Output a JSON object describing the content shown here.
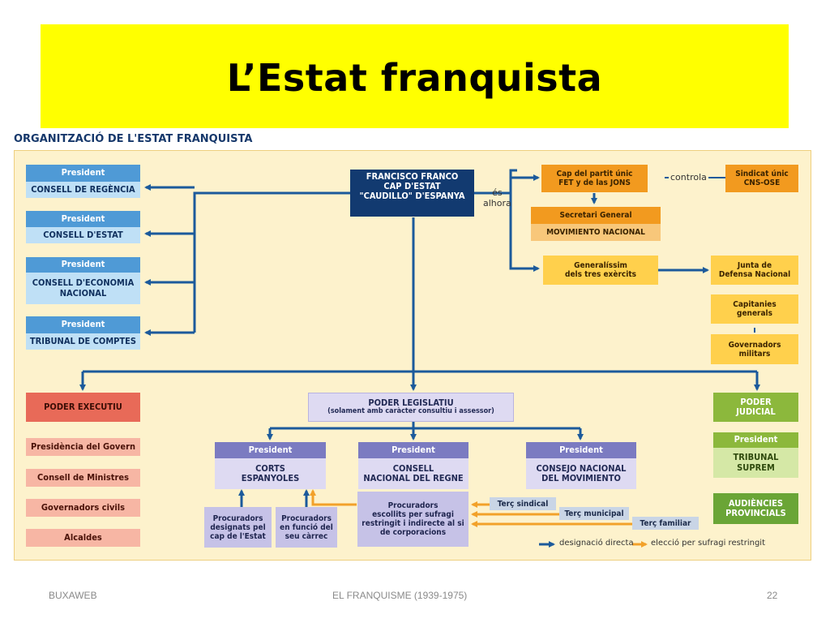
{
  "title": "L’Estat franquista",
  "diagram_heading": "ORGANITZACIÓ DE L'ESTAT FRANQUISTA",
  "head_of_state": {
    "line1": "FRANCISCO FRANCO",
    "line2": "CAP D'ESTAT",
    "line3": "\"CAUDILLO\" D'ESPANYA"
  },
  "es_alhora": {
    "line1": "és",
    "line2": "alhora"
  },
  "controla": "controla",
  "councils": [
    {
      "top": "President",
      "bottom": "CONSELL DE REGÈNCIA"
    },
    {
      "top": "President",
      "bottom": "CONSELL D'ESTAT"
    },
    {
      "top": "President",
      "bottom_line1": "CONSELL D'ECONOMIA",
      "bottom_line2": "NACIONAL"
    },
    {
      "top": "President",
      "bottom": "TRIBUNAL DE COMPTES"
    }
  ],
  "party": {
    "chief_line1": "Cap del partit únic",
    "chief_line2": "FET y de las JONS",
    "secretary": "Secretari General",
    "movement": "MOVIMIENTO NACIONAL",
    "union_line1": "Sindicat únic",
    "union_line2": "CNS-OSE"
  },
  "military": {
    "generalissim_line1": "Generalíssim",
    "generalissim_line2": "dels tres exèrcits",
    "junta_line1": "Junta de",
    "junta_line2": "Defensa Nacional",
    "capitanies_line1": "Capitanies",
    "capitanies_line2": "generals",
    "governadors_line1": "Governadors",
    "governadors_line2": "militars"
  },
  "executive": {
    "title": "PODER EXECUTIU",
    "items": [
      "Presidència del Govern",
      "Consell de Ministres",
      "Governadors civils",
      "Alcaldes"
    ]
  },
  "legislative": {
    "title": "PODER LEGISLATIU",
    "subtitle": "(solament amb caràcter consultiu i assessor)",
    "bodies": [
      {
        "top": "President",
        "line1": "CORTS",
        "line2": "ESPANYOLES"
      },
      {
        "top": "President",
        "line1": "CONSELL",
        "line2": "NACIONAL DEL REGNE"
      },
      {
        "top": "President",
        "line1": "CONSEJO NACIONAL",
        "line2": "DEL MOVIMIENTO"
      }
    ],
    "procuradors_designats": [
      "Procuradors",
      "designats pel",
      "cap de l'Estat"
    ],
    "procuradors_funcio": [
      "Procuradors",
      "en funció del",
      "seu càrrec"
    ],
    "procuradors_escollits": [
      "Procuradors",
      "escollits per sufragi",
      "restringit i indirecte al si",
      "de corporacions"
    ],
    "terc": [
      "Terç sindical",
      "Terç municipal",
      "Terç familiar"
    ]
  },
  "judicial": {
    "title_line1": "PODER",
    "title_line2": "JUDICIAL",
    "president": "President",
    "tribunal_line1": "TRIBUNAL",
    "tribunal_line2": "SUPREM",
    "audiencies_line1": "AUDIÈNCIES",
    "audiencies_line2": "PROVINCIALS"
  },
  "legend": {
    "direct": "designació directa",
    "restricted": "elecció per sufragi restringit"
  },
  "colors": {
    "title_bg": "#ffff00",
    "arrow_blue": "#1c5a9b",
    "arrow_orange": "#f2a12a",
    "panel_bg": "#fdf2cc"
  },
  "footer": {
    "left": "BUXAWEB",
    "center": "EL FRANQUISME (1939-1975)",
    "page": "22"
  }
}
